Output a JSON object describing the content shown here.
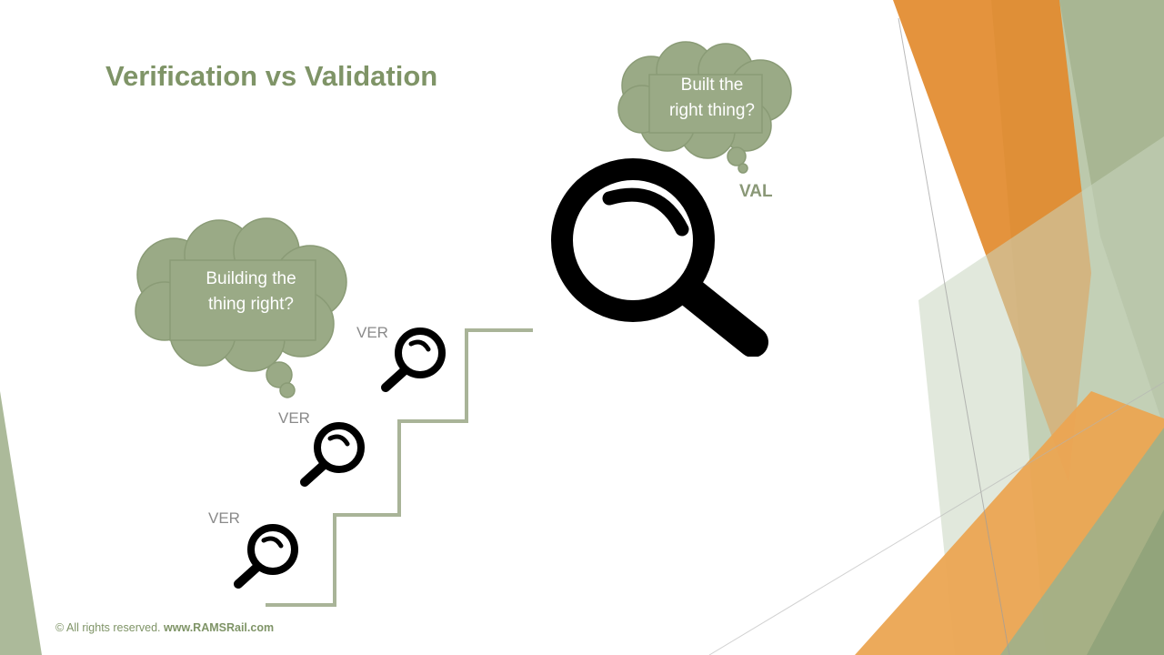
{
  "slide": {
    "title": "Verification vs Validation",
    "validation_bubble": {
      "line1": "Built the",
      "line2": "right thing?",
      "tag": "VAL",
      "icon": "magnifier-large-icon"
    },
    "verification_bubble": {
      "line1": "Building the",
      "line2": "thing right?"
    },
    "steps": [
      {
        "tag": "VER",
        "icon": "magnifier-icon"
      },
      {
        "tag": "VER",
        "icon": "magnifier-icon"
      },
      {
        "tag": "VER",
        "icon": "magnifier-icon"
      }
    ],
    "footer": {
      "copyright": "© All rights reserved.",
      "website": "www.RAMSRail.com"
    }
  },
  "colors": {
    "title_green": "#7f9467",
    "cloud_green": "#9aaa86",
    "stair_green": "#a9b498",
    "accent_orange": "#e48a2c",
    "accent_sage": "#9aad86"
  }
}
